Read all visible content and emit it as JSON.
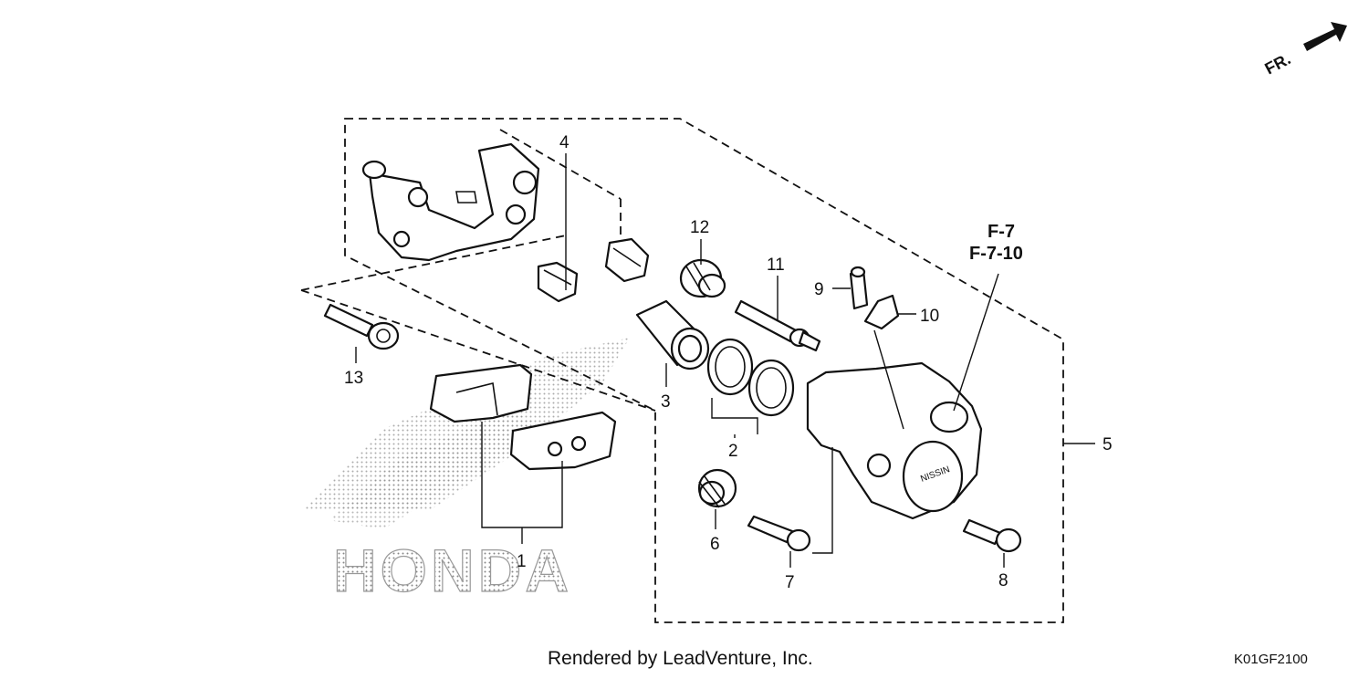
{
  "callouts": [
    "1",
    "2",
    "3",
    "4",
    "5",
    "6",
    "7",
    "8",
    "9",
    "10",
    "11",
    "12",
    "13"
  ],
  "references": [
    "F-7",
    "F-7-10"
  ],
  "direction_label": "FR.",
  "watermark": "HONDA",
  "footer": {
    "rendered_by": "Rendered by LeadVenture, Inc.",
    "diagram_code": "K01GF2100"
  }
}
